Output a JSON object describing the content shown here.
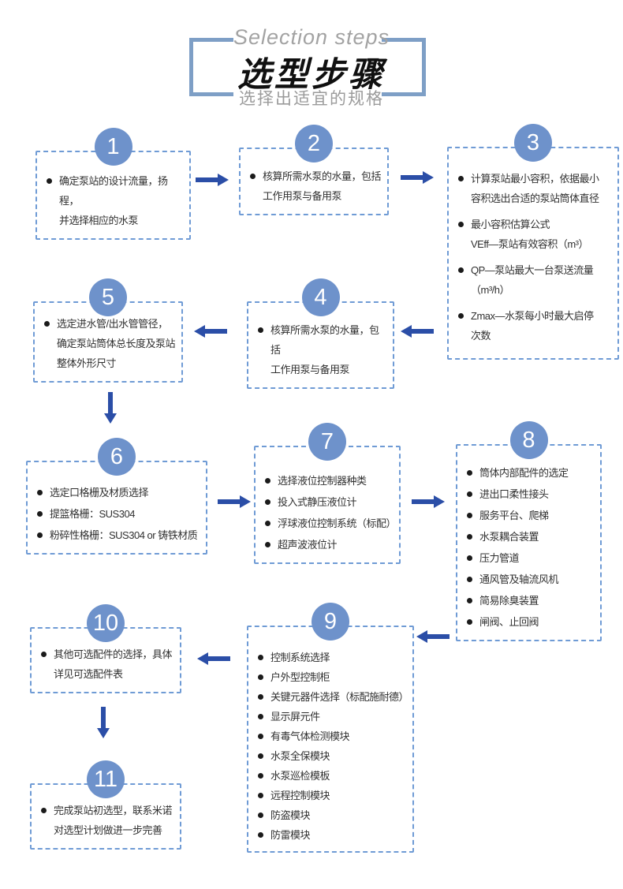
{
  "header": {
    "title_en": "Selection steps",
    "title_zh": "选型步骤",
    "subtitle": "选择出适宜的规格"
  },
  "colors": {
    "step_circle_blue": "#6e92cb",
    "box_border_blue": "#6f9bd5",
    "arrow_blue": "#2b4ea7",
    "bracket_blue": "#7e9fc6",
    "title_black": "#101010",
    "muted_gray": "#9b9b9b",
    "body_text": "#303030"
  },
  "steps": [
    {
      "number": "1",
      "items": [
        "确定泵站的设计流量，扬程，\n并选择相应的水泵"
      ]
    },
    {
      "number": "2",
      "items": [
        "核算所需水泵的水量，包括\n工作用泵与备用泵"
      ]
    },
    {
      "number": "3",
      "items": [
        "计算泵站最小容积，依据最小\n容积选出合适的泵站筒体直径",
        "最小容积估算公式\nVEff—泵站有效容积（m³）",
        "QP—泵站最大一台泵送流量\n（m³/h）",
        "Zmax—水泵每小时最大启停\n次数"
      ]
    },
    {
      "number": "4",
      "items": [
        "核算所需水泵的水量，包括\n工作用泵与备用泵"
      ]
    },
    {
      "number": "5",
      "items": [
        "选定进水管/出水管管径，\n确定泵站筒体总长度及泵站\n整体外形尺寸"
      ]
    },
    {
      "number": "6",
      "items": [
        "选定口格栅及材质选择",
        "提篮格栅：SUS304",
        "粉碎性格栅：SUS304 or 铸铁材质"
      ]
    },
    {
      "number": "7",
      "items": [
        "选择液位控制器种类",
        "投入式静压液位计",
        "浮球液位控制系统（标配）",
        "超声波液位计"
      ]
    },
    {
      "number": "8",
      "items": [
        "筒体内部配件的选定",
        "进出口柔性接头",
        "服务平台、爬梯",
        "水泵耦合装置",
        "压力管道",
        "通风管及轴流风机",
        "简易除臭装置",
        "闸阀、止回阀"
      ]
    },
    {
      "number": "9",
      "items": [
        "控制系统选择",
        "户外型控制柜",
        "关键元器件选择（标配施耐德）",
        "显示屏元件",
        "有毒气体检测模块",
        "水泵全保模块",
        "水泵巡检模板",
        "远程控制模块",
        "防盗模块",
        "防雷模块"
      ]
    },
    {
      "number": "10",
      "items": [
        "其他可选配件的选择，具体\n详见可选配件表"
      ]
    },
    {
      "number": "11",
      "items": [
        "完成泵站初选型，联系米诺\n对选型计划做进一步完善"
      ]
    }
  ]
}
